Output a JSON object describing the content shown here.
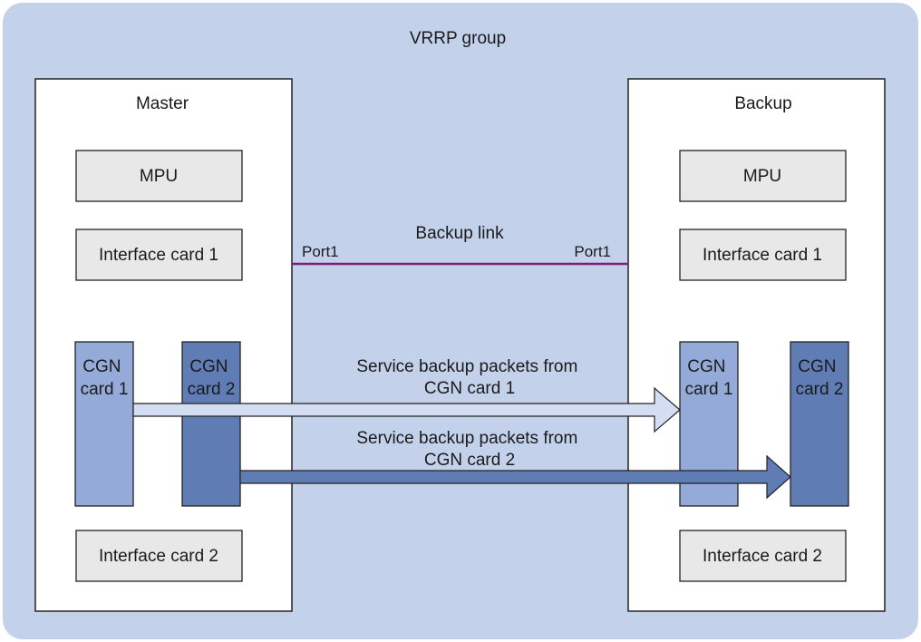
{
  "group": {
    "label": "VRRP group"
  },
  "master": {
    "title": "Master",
    "mpu": "MPU",
    "interface1": "Interface card 1",
    "interface2": "Interface card 2",
    "cgn1": [
      "CGN",
      "card 1"
    ],
    "cgn2": [
      "CGN",
      "card 2"
    ]
  },
  "backup": {
    "title": "Backup",
    "mpu": "MPU",
    "interface1": "Interface card 1",
    "interface2": "Interface card 2",
    "cgn1": [
      "CGN",
      "card 1"
    ],
    "cgn2": [
      "CGN",
      "card 2"
    ]
  },
  "link": {
    "label": "Backup link",
    "port_left": "Port1",
    "port_right": "Port1"
  },
  "flows": {
    "flow1": [
      "Service backup packets from",
      "CGN card 1"
    ],
    "flow2": [
      "Service backup packets from",
      "CGN card 2"
    ]
  },
  "colors": {
    "group_bg": "#c3d1eb",
    "card_fill": "#e8e8e8",
    "cgn_light": "#94abd9",
    "cgn_dark": "#5f7db4",
    "arrow_light": "#d3def2",
    "arrow_dark": "#5f7db4",
    "link": "#7a1f78"
  }
}
